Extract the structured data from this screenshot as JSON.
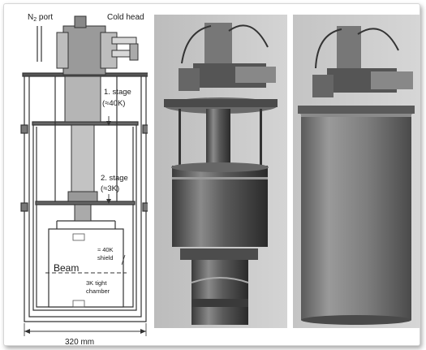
{
  "labels": {
    "n2_port_prefix": "N",
    "n2_port_sub": "2",
    "n2_port_suffix": " port",
    "cold_head": "Cold head",
    "stage1_line1": "1. stage",
    "stage1_line2": "(≈40K)",
    "stage2_line1": "2. stage",
    "stage2_line2": "(≈3K)",
    "beam": "Beam",
    "shield_line1": "≈ 40K",
    "shield_line2": "shield",
    "chamber_line1": "3K tight",
    "chamber_line2": "chamber",
    "dimension": "320 mm"
  }
}
